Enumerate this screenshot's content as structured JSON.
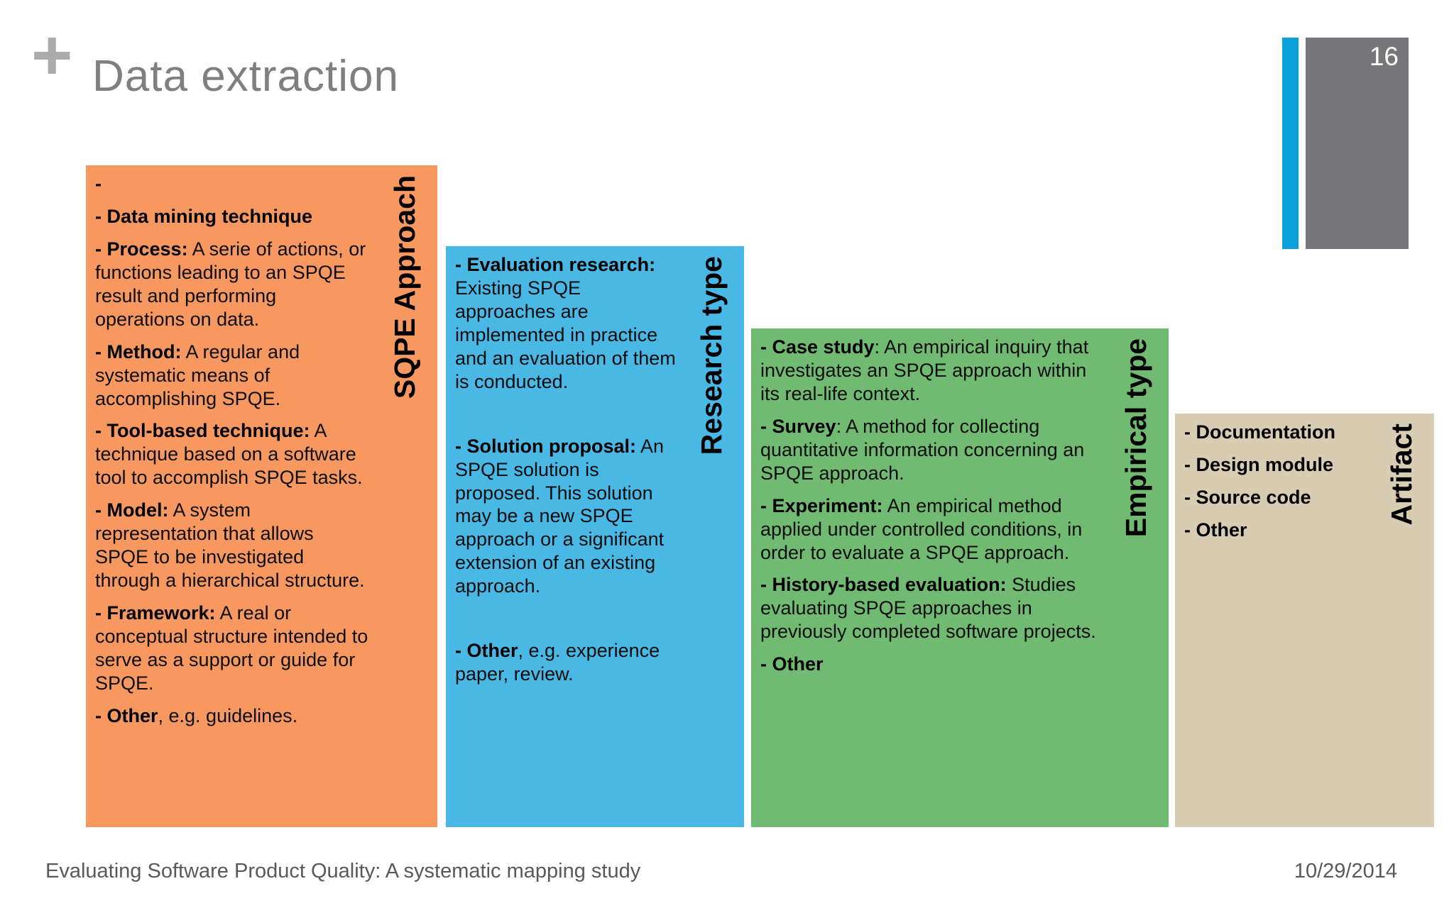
{
  "slide": {
    "plus_sign": "+",
    "title": "Data extraction",
    "page_number": "16",
    "footer": {
      "left": "Evaluating Software Product Quality: A systematic mapping study",
      "right": "10/29/2014"
    }
  },
  "colors": {
    "accent_bar_blue": "#0aa0dc",
    "page_number_gray": "#77777a",
    "title_gray": "#7f7f7f",
    "footer_gray": "#595959",
    "box_orange": "#f89861",
    "box_blue": "#4ab8e4",
    "box_green": "#71ba71",
    "box_tan": "#d8ccb2"
  },
  "boxes": [
    {
      "label": "SQPE Approach",
      "color": "#f89861",
      "items": [
        {
          "lead": "-",
          "rest": ""
        },
        {
          "lead": "- Data mining technique",
          "rest": ""
        },
        {
          "lead": "- Process:",
          "rest": " A serie of actions, or functions leading to an SPQE result and performing operations on data."
        },
        {
          "lead": "- Method:",
          "rest": " A regular and systematic means of accomplishing SPQE."
        },
        {
          "lead": "- Tool-based technique:",
          "rest": " A technique based on a software tool to accomplish SPQE tasks."
        },
        {
          "lead": "- Model:",
          "rest": " A system representation that allows SPQE to be investigated through a hierarchical structure."
        },
        {
          "lead": "- Framework:",
          "rest": " A real or conceptual structure intended to serve as a support or guide for SPQE."
        },
        {
          "lead": "- Other",
          "rest": ", e.g. guidelines."
        }
      ]
    },
    {
      "label": "Research type",
      "color": "#4ab8e4",
      "items": [
        {
          "lead": "- Evaluation research:",
          "rest": " Existing SPQE approaches are implemented in practice and an evaluation of them is conducted."
        },
        {
          "lead": "- Solution proposal:",
          "rest": " An SPQE solution is proposed. This solution may be a new SPQE approach or a significant extension of an existing approach.",
          "gap": true
        },
        {
          "lead": "- Other",
          "rest": ", e.g. experience paper, review.",
          "gap": true
        }
      ]
    },
    {
      "label": "Empirical type",
      "color": "#71ba71",
      "items": [
        {
          "lead": "- Case study",
          "rest": ": An empirical inquiry that investigates an SPQE approach within its real-life context."
        },
        {
          "lead": "- Survey",
          "rest": ": A method for collecting quantitative information concerning an SPQE approach."
        },
        {
          "lead": "- Experiment:",
          "rest": " An empirical method applied under controlled conditions, in order to evaluate a SPQE approach."
        },
        {
          "lead": "- History-based evaluation:",
          "rest": " Studies evaluating SPQE approaches in previously completed software projects."
        },
        {
          "lead": "- Other",
          "rest": ""
        }
      ]
    },
    {
      "label": "Artifact",
      "color": "#d8ccb2",
      "items": [
        {
          "lead": "- Documentation",
          "rest": ""
        },
        {
          "lead": "- Design module",
          "rest": ""
        },
        {
          "lead": "- Source code",
          "rest": ""
        },
        {
          "lead": "- Other",
          "rest": ""
        }
      ]
    }
  ]
}
